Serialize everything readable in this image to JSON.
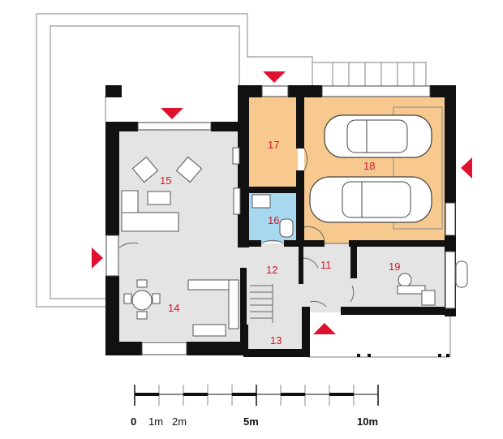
{
  "rooms": [
    {
      "id": "12",
      "label": "12"
    },
    {
      "id": "11",
      "label": "11"
    },
    {
      "id": "13",
      "label": "13"
    },
    {
      "id": "14",
      "label": "14"
    },
    {
      "id": "15",
      "label": "15"
    },
    {
      "id": "16",
      "label": "16"
    },
    {
      "id": "17",
      "label": "17"
    },
    {
      "id": "18",
      "label": "18"
    },
    {
      "id": "19",
      "label": "19"
    }
  ],
  "scale": {
    "labels": [
      "0",
      "1m",
      "2m",
      "5m",
      "10m"
    ]
  },
  "colors": {
    "wall": "#111111",
    "living_floor": "#e4e4e4",
    "garage_floor": "#f7c98f",
    "bathroom_floor": "#a8d8ef",
    "entry_marker": "#e01030",
    "room_label": "#d4162a",
    "outline": "#9a9a9a"
  },
  "icons": {
    "entry_marker": "entry-arrow-icon",
    "car": "car-icon",
    "sofa": "sofa-icon",
    "armchair": "armchair-icon",
    "dining_table": "dining-table-icon",
    "boiler": "boiler-icon"
  }
}
